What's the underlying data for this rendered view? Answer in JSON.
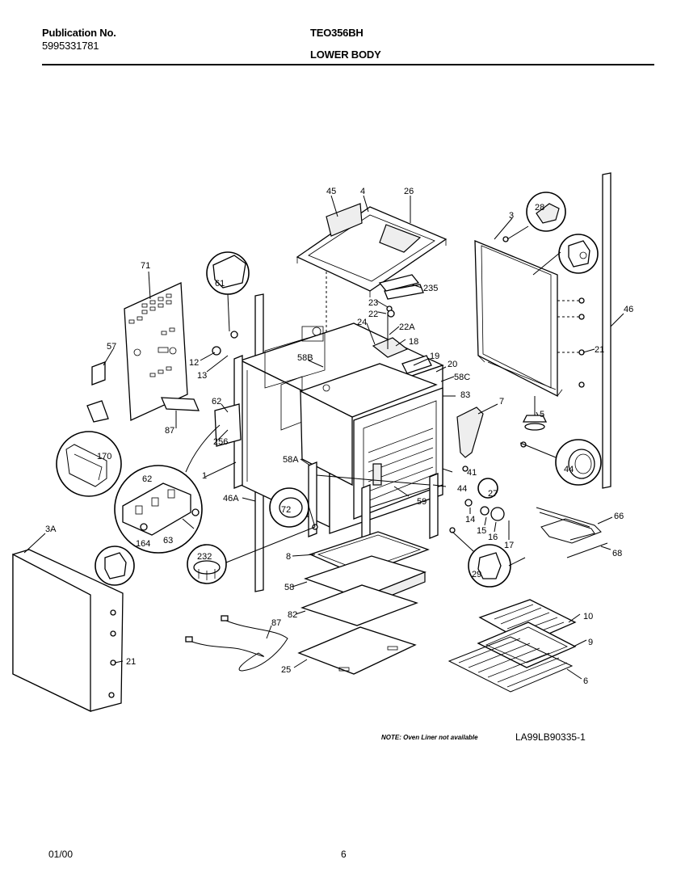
{
  "header": {
    "publication_label": "Publication No.",
    "publication_number": "5995331781",
    "model": "TEO356BH",
    "section": "LOWER BODY"
  },
  "footer": {
    "note": "NOTE: Oven Liner not available",
    "drawing_number": "LA99LB90335-1",
    "date": "01/00",
    "page": "6"
  },
  "callouts": {
    "p45": "45",
    "p4": "4",
    "p26": "26",
    "p3": "3",
    "p28": "28",
    "p71": "71",
    "p61": "61",
    "p235": "235",
    "p23": "23",
    "p22": "22",
    "p22a": "22A",
    "p24": "24",
    "p18": "18",
    "p46": "46",
    "p57": "57",
    "p12": "12",
    "p13": "13",
    "p58b": "58B",
    "p19": "19",
    "p20": "20",
    "p58c": "58C",
    "p21a": "21",
    "p83": "83",
    "p7": "7",
    "p5": "5",
    "p62a": "62",
    "p87a": "87",
    "p256": "256",
    "p170": "170",
    "p1": "1",
    "p58a": "58A",
    "p41": "41",
    "p44a": "44",
    "p44b": "44",
    "p62b": "62",
    "p27": "27",
    "p59": "59",
    "p46a": "46A",
    "p72": "72",
    "p14": "14",
    "p15": "15",
    "p16": "16",
    "p17": "17",
    "p66": "66",
    "p68": "68",
    "p63": "63",
    "p164": "164",
    "p3a": "3A",
    "p8": "8",
    "p232": "232",
    "p29": "29",
    "p58": "58",
    "p10": "10",
    "p21b": "21",
    "p87b": "87",
    "p82": "82",
    "p9": "9",
    "p25": "25",
    "p6": "6"
  }
}
